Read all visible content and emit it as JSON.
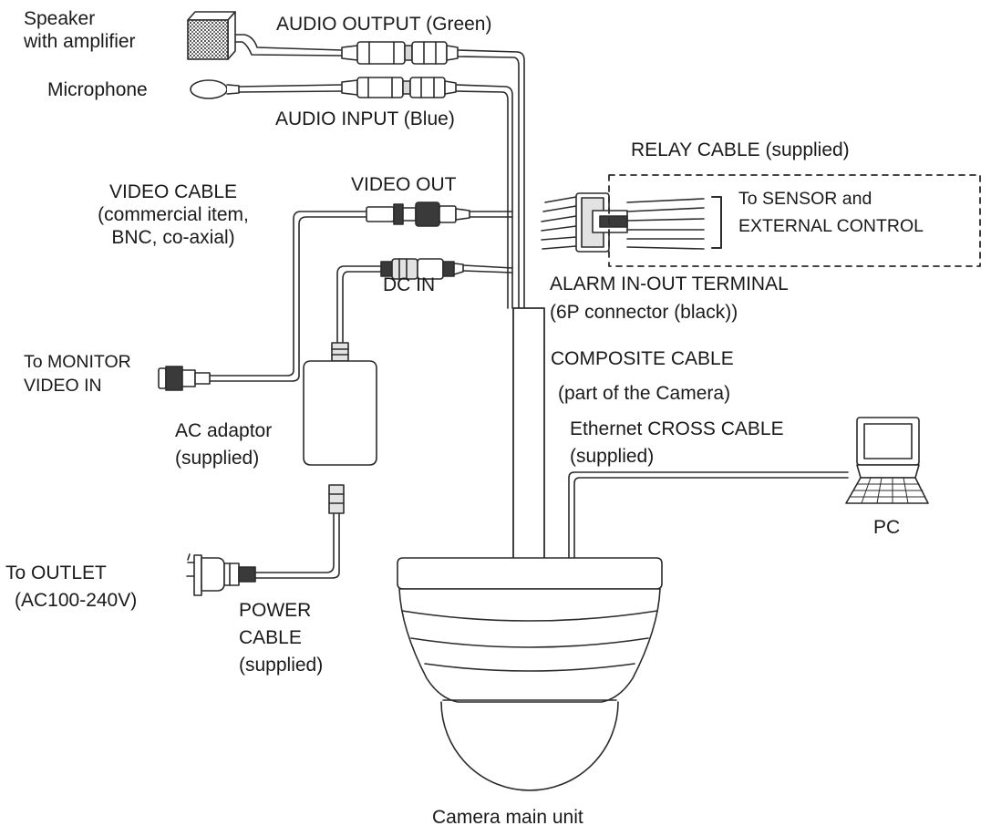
{
  "labels": {
    "speaker": [
      "Speaker",
      "with amplifier"
    ],
    "microphone": "Microphone",
    "audio_output": "AUDIO OUTPUT (Green)",
    "audio_input": "AUDIO INPUT (Blue)",
    "relay_cable": "RELAY CABLE (supplied)",
    "sensor_control": [
      "To SENSOR and",
      "EXTERNAL CONTROL"
    ],
    "video_cable": [
      "VIDEO CABLE",
      "(commercial item,",
      "BNC, co-axial)"
    ],
    "video_out": "VIDEO OUT",
    "dc_in": "DC IN",
    "alarm_terminal": [
      "ALARM IN-OUT TERMINAL",
      "(6P connector (black))"
    ],
    "composite_cable": [
      "COMPOSITE CABLE",
      "(part of the Camera)"
    ],
    "monitor": [
      "To MONITOR",
      "VIDEO IN"
    ],
    "ac_adaptor": [
      "AC adaptor",
      "(supplied)"
    ],
    "ethernet": [
      "Ethernet CROSS CABLE",
      "(supplied)"
    ],
    "pc": "PC",
    "outlet": [
      "To OUTLET",
      "(AC100-240V)"
    ],
    "power_cable": [
      "POWER",
      "CABLE",
      "(supplied)"
    ],
    "camera": "Camera main unit"
  },
  "colors": {
    "line": "#2b2b2b",
    "cable_fill": "#ffffff",
    "connector_fill": "#e2e2e2",
    "dark_fill": "#3a3a3a"
  },
  "icons": [
    "speaker-icon",
    "microphone-icon",
    "bnc-connector-icon",
    "plug-icon",
    "ac-adaptor-icon",
    "pc-icon",
    "relay-connector-icon",
    "dome-camera-icon"
  ]
}
